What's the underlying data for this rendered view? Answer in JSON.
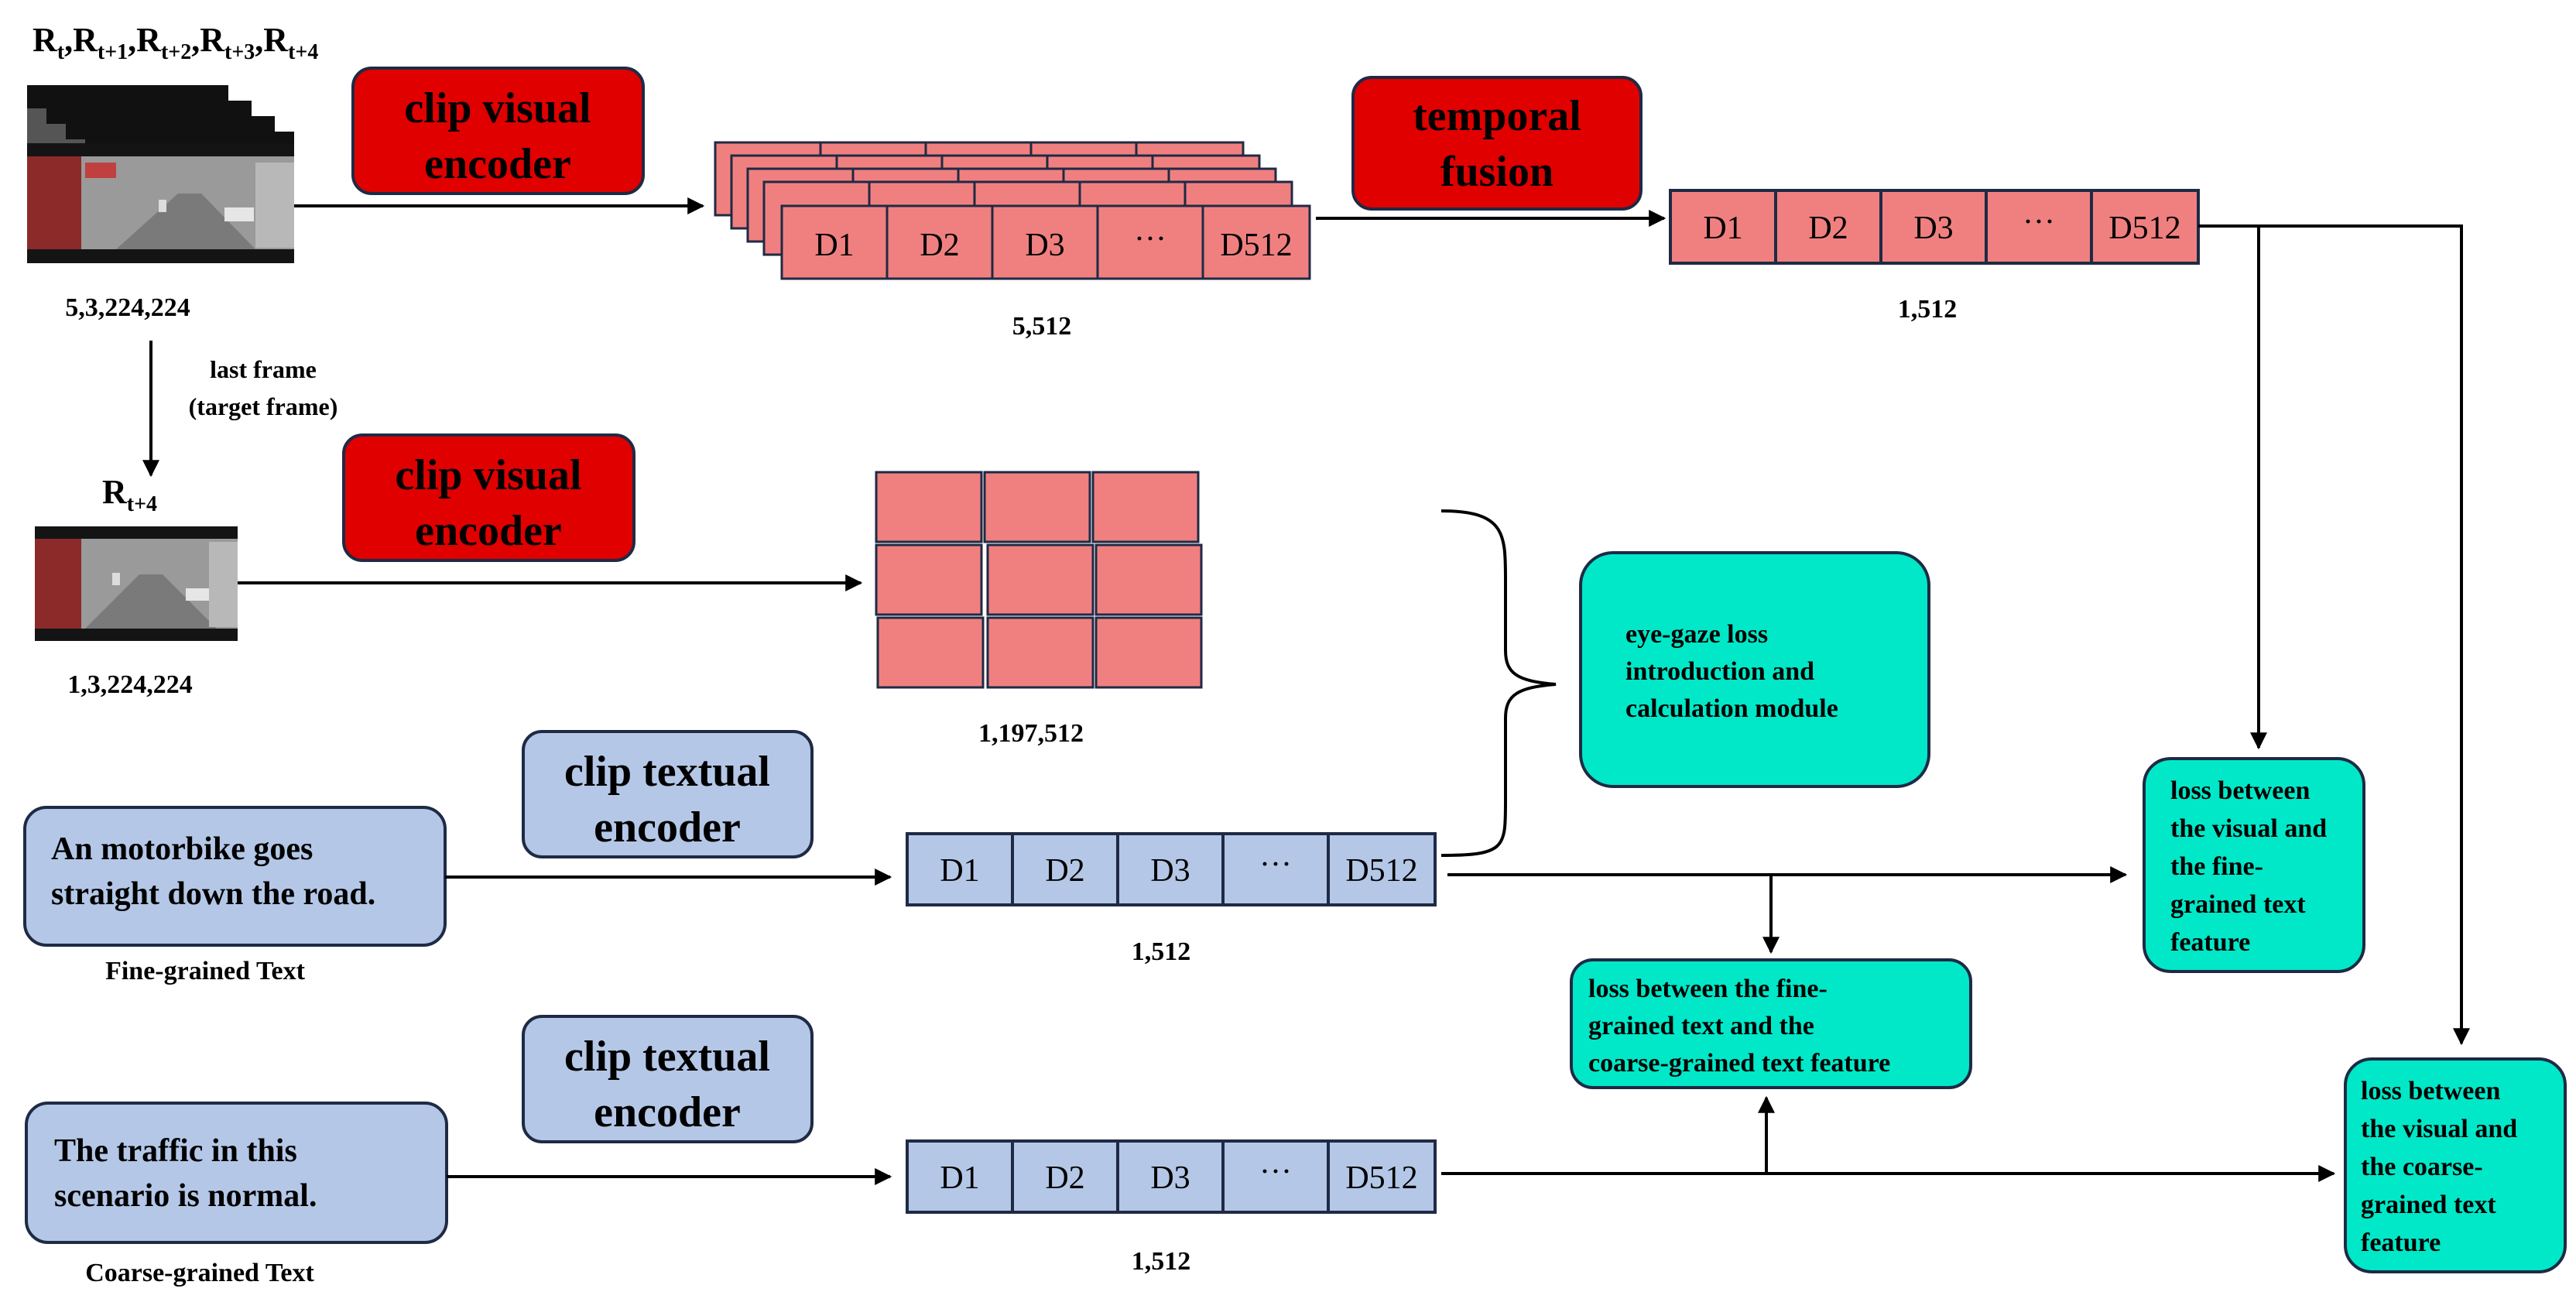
{
  "colors": {
    "red_box": "#e00000",
    "red_cell": "#f08080",
    "blue_box": "#b4c7e7",
    "teal_box": "#00e8c8",
    "stroke": "#1f2a44",
    "frame_road": "#8a8a8a"
  },
  "frames": {
    "sequence_label": "R_t, R_t+1, R_t+2, R_t+3, R_t+4",
    "seq_r": [
      "R",
      "R",
      "R",
      "R",
      "R"
    ],
    "seq_sub": [
      "t",
      "t+1",
      "t+2",
      "t+3",
      "t+4"
    ],
    "seq_shape": "5,3,224,224",
    "last_frame_label_1": "last frame",
    "last_frame_label_2": "(target frame)",
    "target_r": "R",
    "target_sub": "t+4",
    "target_shape": "1,3,224,224"
  },
  "encoders": {
    "visual_1_line1": "clip visual",
    "visual_1_line2": "encoder",
    "visual_2_line1": "clip visual",
    "visual_2_line2": "encoder",
    "temporal_line1": "temporal",
    "temporal_line2": "fusion",
    "textual_1_line1": "clip textual",
    "textual_1_line2": "encoder",
    "textual_2_line1": "clip textual",
    "textual_2_line2": "encoder"
  },
  "features": {
    "cells": [
      "D1",
      "D2",
      "D3",
      "···",
      "D512"
    ],
    "stack_shape": "5,512",
    "fused_shape": "1,512",
    "grid_shape": "1,197,512",
    "fine_shape": "1,512",
    "coarse_shape": "1,512"
  },
  "texts": {
    "fine_line1": "An motorbike goes",
    "fine_line2": "straight down the road.",
    "fine_caption": "Fine-grained Text",
    "coarse_line1": "The traffic in this",
    "coarse_line2": "scenario is normal.",
    "coarse_caption": "Coarse-grained Text"
  },
  "losses": {
    "eye_gaze": [
      "eye-gaze loss",
      "introduction and",
      "calculation module"
    ],
    "visual_fine": [
      "loss between",
      "the visual and",
      "the fine-",
      "grained text",
      "feature"
    ],
    "fine_coarse": [
      "loss between the fine-",
      "grained text and the",
      "coarse-grained text feature"
    ],
    "visual_coarse": [
      "loss between",
      "the visual and",
      "the coarse-",
      "grained text",
      "feature"
    ]
  }
}
